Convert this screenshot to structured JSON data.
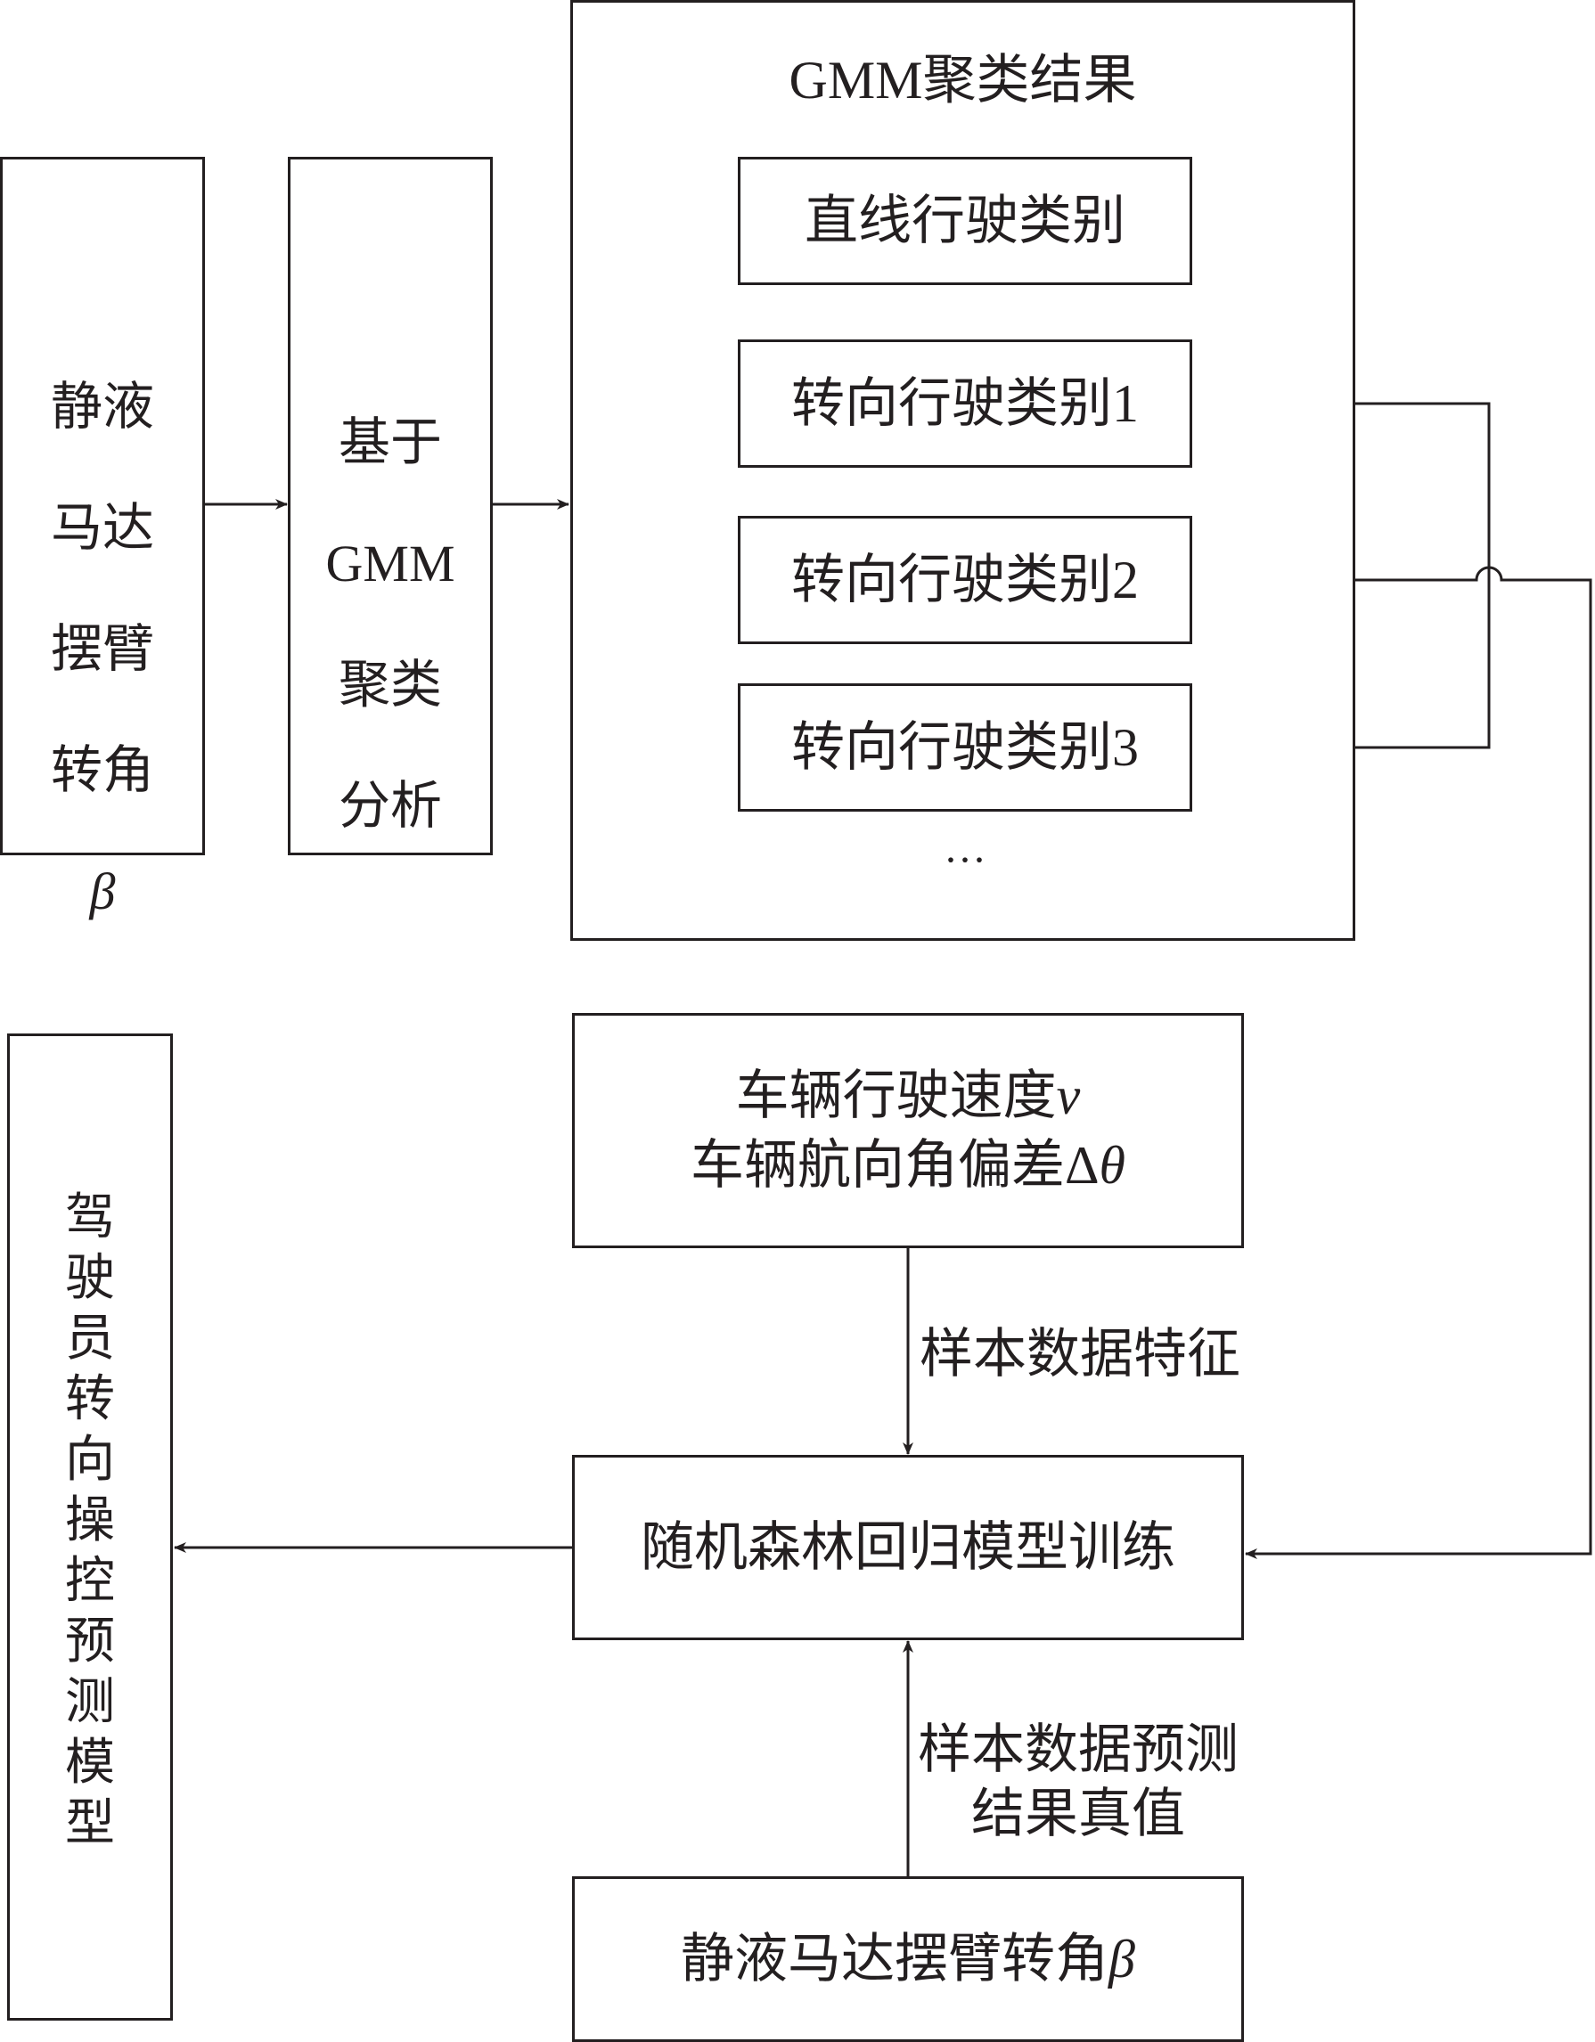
{
  "input_box": {
    "lines": [
      "静液",
      "马达",
      "摆臂",
      "转角"
    ],
    "symbol": "β"
  },
  "gmm_box": {
    "lines": [
      "基于",
      "GMM",
      "聚类",
      "分析"
    ]
  },
  "results_group": {
    "title": "GMM聚类结果",
    "items": [
      "直线行驶类别",
      "转向行驶类别1",
      "转向行驶类别2",
      "转向行驶类别3"
    ],
    "ellipsis": "···"
  },
  "features_box": {
    "line1": "车辆行驶速度",
    "line1_symbol": "v",
    "line2": "车辆航向角偏差",
    "line2_symbol_delta": "Δ",
    "line2_symbol": "θ"
  },
  "edge_labels": {
    "features": "样本数据特征",
    "truth_line1": "样本数据预测",
    "truth_line2": "结果真值"
  },
  "rf_box": {
    "label": "随机森林回归模型训练"
  },
  "truth_box": {
    "label": "静液马达摆臂转角",
    "symbol": "β"
  },
  "output_box": {
    "label": "驾\n驶\n员\n转\n向\n操\n控\n预\n测\n模\n型"
  },
  "colors": {
    "line": "#231f20",
    "background": "#ffffff"
  }
}
